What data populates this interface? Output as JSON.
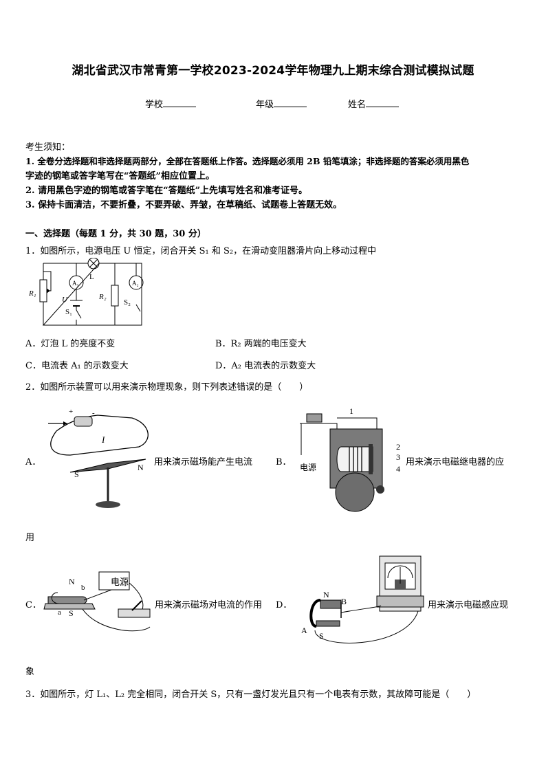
{
  "title": "湖北省武汉市常青第一学校2023-2024学年物理九上期末综合测试模拟试题",
  "header": {
    "school_label": "学校",
    "grade_label": "年级",
    "name_label": "姓名"
  },
  "notice": {
    "heading": "考生须知：",
    "item1_line1": "1. 全卷分选择题和非选择题两部分，全部在答题纸上作答。选择题必须用 2B 铅笔填涂；非选择题的答案必须用黑色",
    "item1_line2": "字迹的钢笔或答字笔写在“答题纸”相应位置上。",
    "item2": "2. 请用黑色字迹的钢笔或答字笔在“答题纸”上先填写姓名和准考证号。",
    "item3": "3. 保持卡面清洁，不要折叠，不要弄破、弄皱，在草稿纸、试题卷上答题无效。"
  },
  "section1": {
    "heading": "一、选择题（每题 1 分，共 30 题，30 分）"
  },
  "q1": {
    "stem": "1．如图所示，电源电压 U 恒定，闭合开关 S₁ 和 S₂，在滑动变阻器滑片向上移动过程中",
    "fig_labels": {
      "L": "L",
      "A1": "A₁",
      "A2": "A₂",
      "R1": "R₁",
      "R2": "R₂",
      "U": "U",
      "S1": "S₁",
      "S2": "S₂"
    },
    "optA": "A．灯泡 L 的亮度不变",
    "optB": "B．R₂ 两端的电压变大",
    "optC": "C．电流表 A₁ 的示数变大",
    "optD": "D．A₂ 电流表的示数变大"
  },
  "q2": {
    "stem": "2．如图所示装置可以用来演示物理现象，则下列表述错误的是（　　）",
    "optA_letter": "A．",
    "optA_text": "用来演示磁场能产生电流",
    "optB_letter": "B．",
    "optB_text": "用来演示电磁继电器的应",
    "optB_wrap": "用",
    "optC_letter": "C．",
    "optC_text": "用来演示磁场对电流的作用",
    "optD_letter": "D．",
    "optD_text": "用来演示电磁感应现",
    "optD_wrap": "象",
    "figA": {
      "plus": "+",
      "minus": "-",
      "I": "I",
      "S": "S",
      "N": "N"
    },
    "figB": {
      "n1": "1",
      "n2": "2",
      "n3": "3",
      "n4": "4",
      "power": "电源"
    },
    "figC": {
      "N": "N",
      "S": "S",
      "a": "a",
      "b": "b",
      "power": "电源"
    },
    "figD": {
      "N": "N",
      "B": "B",
      "A": "A",
      "S": "S"
    }
  },
  "q3": {
    "stem": "3．如图所示，灯 L₁、L₂ 完全相同，闭合开关 S，只有一盏灯发光且只有一个电表有示数，其故障可能是（　　）"
  }
}
